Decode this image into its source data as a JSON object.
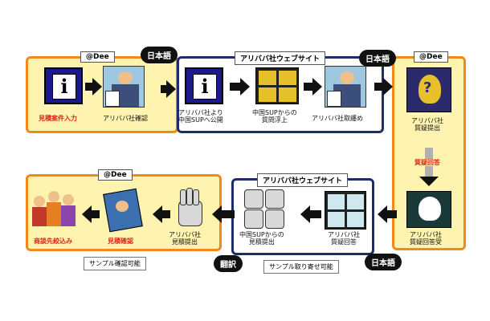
{
  "tabs": {
    "dee1": "@Dee",
    "alibaba1": "アリババ社ウェブサイト",
    "dee2": "@Dee",
    "dee3": "@Dee",
    "alibaba2": "アリババ社ウェブサイト"
  },
  "pills": {
    "nihongo1": "日本語",
    "nihongo2": "日本語",
    "nihongo3": "日本語",
    "honyaku": "翻訳"
  },
  "labels": {
    "mitsumori_input": "見積案件入力",
    "alibaba_confirm": "アリババ社確認",
    "public_1": "アリババ社より",
    "public_2": "中国SUPへ公開",
    "question_1": "中国SUPからの",
    "question_2": "質問浮上",
    "summarize": "アリババ社取纏め",
    "q_submit_1": "アリババ社",
    "q_submit_2": "質疑提出",
    "q_answer_tag": "質疑回答",
    "q_recv_1": "アリババ社",
    "q_recv_2": "質疑回答受",
    "reply_1": "アリババ社",
    "reply_2": "質疑回答",
    "sup_est_1": "中国SUPからの",
    "sup_est_2": "見積提出",
    "est_submit_1": "アリババ社",
    "est_submit_2": "見積提出",
    "est_confirm": "見積確認",
    "narrow": "商談先絞込み"
  },
  "notes": {
    "sample_confirm": "サンプル確認可能",
    "sample_order": "サンプル取り寄せ可能"
  },
  "icons": {
    "info": "i"
  },
  "colors": {
    "orange": "#f08a1c",
    "navy": "#1f2c6b",
    "yellow": "#fff3b0",
    "red": "#e0241c"
  }
}
